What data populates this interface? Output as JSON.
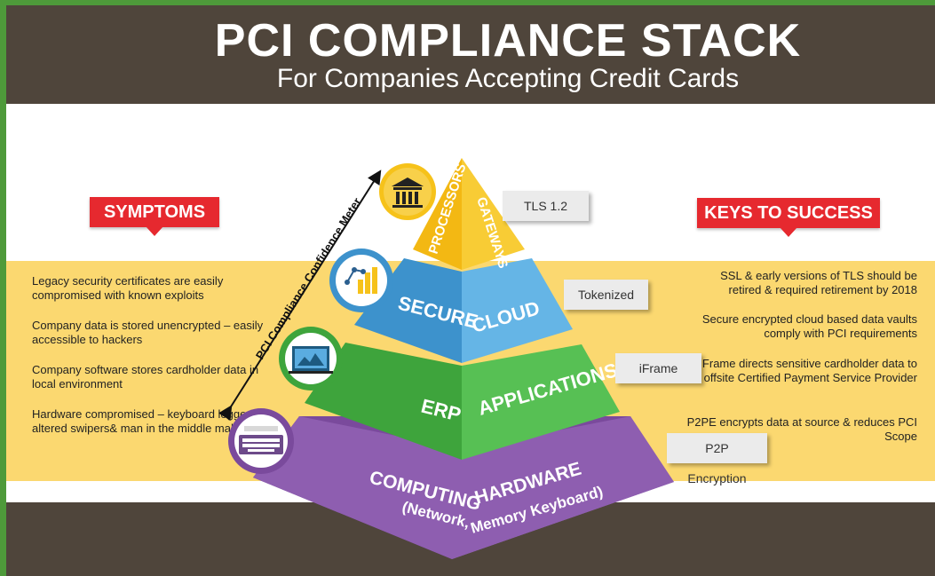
{
  "header": {
    "title": "PCI COMPLIANCE STACK",
    "subtitle": "For Companies Accepting Credit Cards"
  },
  "symptoms": {
    "badge": "SYMPTOMS",
    "items": [
      "Legacy security certificates are easily compromised with known exploits",
      "Company data is stored unencrypted – easily accessible to hackers",
      "Company software stores cardholder data in local environment",
      "Hardware compromised – keyboard loggers, altered swipers& man in the middle malware"
    ]
  },
  "keys": {
    "badge": "KEYS TO SUCCESS",
    "items": [
      "SSL & early versions of TLS should be retired & required retirement by 2018",
      "Secure encrypted cloud based data vaults comply with PCI requirements",
      "iFrame directs sensitive cardholder data to offsite Certified Payment Service Provider",
      "P2PE encrypts data at source & reduces PCI Scope"
    ]
  },
  "meter_label": "PCI Compliance Confidence Meter",
  "layers": {
    "top": {
      "left": "PROCESSORS",
      "right": "GATEWAYS",
      "tag": "TLS 1.2",
      "color": "#f6c21a"
    },
    "secure": {
      "left": "SECURE",
      "right": "CLOUD",
      "tag": "Tokenized",
      "color": "#5aace0"
    },
    "erp": {
      "left": "ERP",
      "right": "APPLICATIONS",
      "tag": "iFrame",
      "color": "#4cb84a"
    },
    "computing": {
      "left": "COMPUTING",
      "left2": "(Network,",
      "right": "HARDWARE",
      "right2": "Memory Keyboard)",
      "tag": "P2P Encryption",
      "color": "#8e5eb0"
    }
  },
  "icons": [
    "bank-icon",
    "chart-icon",
    "monitor-icon",
    "keyboard-icon"
  ]
}
